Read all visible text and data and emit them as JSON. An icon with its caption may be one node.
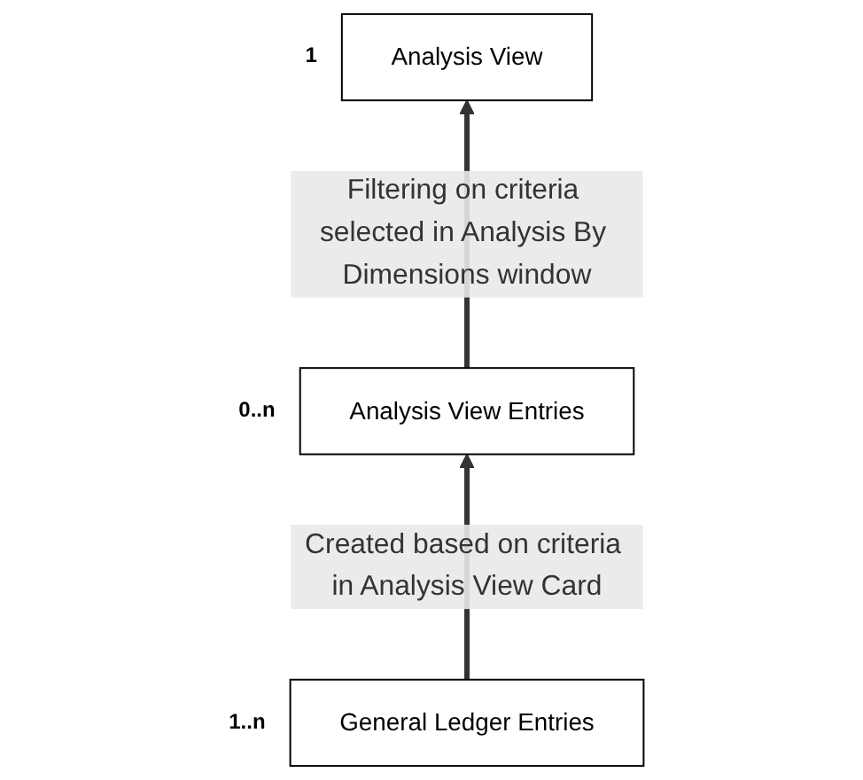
{
  "diagram": {
    "nodes": [
      {
        "text": [
          "Analysis View"
        ],
        "beside": [
          "1"
        ]
      },
      {
        "text": [
          "Analysis View Entries"
        ],
        "beside": [
          "0..n"
        ]
      },
      {
        "text": [
          "General Ledger Entries"
        ],
        "beside": [
          "1..n"
        ]
      }
    ],
    "edges": [
      {
        "from": 1,
        "to": 0,
        "arrow": "to",
        "label": "Filtering on criteria selected in Analysis By Dimensions window"
      },
      {
        "from": 2,
        "to": 1,
        "arrow": "to",
        "label": "Created based on criteria in Analysis View Card"
      }
    ]
  }
}
